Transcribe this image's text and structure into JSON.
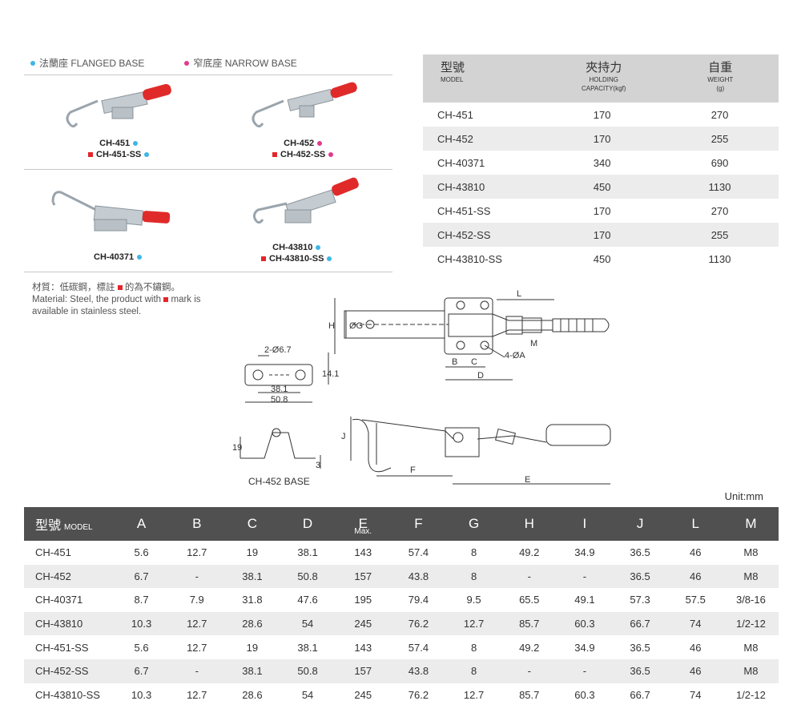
{
  "legend": {
    "flanged": "法蘭座 FLANGED BASE",
    "narrow": "窄底座 NARROW BASE"
  },
  "products": {
    "p1": {
      "line1": "CH-451",
      "line2": "CH-451-SS"
    },
    "p2": {
      "line1": "CH-452",
      "line2": "CH-452-SS"
    },
    "p3": {
      "line1": "CH-40371"
    },
    "p4": {
      "line1": "CH-43810",
      "line2": "CH-43810-SS"
    }
  },
  "capacity_table": {
    "headers": [
      {
        "zh": "型號",
        "en": "MODEL"
      },
      {
        "zh": "夾持力",
        "en": "HOLDING",
        "en2": "CAPACITY(kgf)"
      },
      {
        "zh": "自重",
        "en": "WEIGHT",
        "en2": "(g)"
      }
    ],
    "rows": [
      [
        "CH-451",
        "170",
        "270"
      ],
      [
        "CH-452",
        "170",
        "255"
      ],
      [
        "CH-40371",
        "340",
        "690"
      ],
      [
        "CH-43810",
        "450",
        "1130"
      ],
      [
        "CH-451-SS",
        "170",
        "270"
      ],
      [
        "CH-452-SS",
        "170",
        "255"
      ],
      [
        "CH-43810-SS",
        "450",
        "1130"
      ]
    ]
  },
  "note": {
    "line1_a": "材質：低碳鋼，標註",
    "line1_b": "的為不鏽鋼。",
    "line2_a": "Material: Steel, the product with",
    "line2_b": "mark is",
    "line3": "available in stainless steel."
  },
  "drawing_labels": {
    "L": "L",
    "H": "H",
    "G": "ØG",
    "B": "B",
    "C": "C",
    "D": "D",
    "M": "M",
    "A": "4-ØA",
    "hole": "2-Ø6.7",
    "d141": "14.1",
    "d381": "38.1",
    "d508": "50.8",
    "d19": "19",
    "d3": "3",
    "J": "J",
    "F": "F",
    "E": "E"
  },
  "base_label": "CH-452 BASE",
  "unit": "Unit:mm",
  "dim_table": {
    "model_zh": "型號",
    "model_en": "MODEL",
    "columns": [
      "A",
      "B",
      "C",
      "D",
      "E",
      "F",
      "G",
      "H",
      "I",
      "J",
      "L",
      "M"
    ],
    "e_sub": "Max.",
    "rows": [
      [
        "CH-451",
        "5.6",
        "12.7",
        "19",
        "38.1",
        "143",
        "57.4",
        "8",
        "49.2",
        "34.9",
        "36.5",
        "46",
        "M8"
      ],
      [
        "CH-452",
        "6.7",
        "-",
        "38.1",
        "50.8",
        "157",
        "43.8",
        "8",
        "-",
        "-",
        "36.5",
        "46",
        "M8"
      ],
      [
        "CH-40371",
        "8.7",
        "7.9",
        "31.8",
        "47.6",
        "195",
        "79.4",
        "9.5",
        "65.5",
        "49.1",
        "57.3",
        "57.5",
        "3/8-16"
      ],
      [
        "CH-43810",
        "10.3",
        "12.7",
        "28.6",
        "54",
        "245",
        "76.2",
        "12.7",
        "85.7",
        "60.3",
        "66.7",
        "74",
        "1/2-12"
      ],
      [
        "CH-451-SS",
        "5.6",
        "12.7",
        "19",
        "38.1",
        "143",
        "57.4",
        "8",
        "49.2",
        "34.9",
        "36.5",
        "46",
        "M8"
      ],
      [
        "CH-452-SS",
        "6.7",
        "-",
        "38.1",
        "50.8",
        "157",
        "43.8",
        "8",
        "-",
        "-",
        "36.5",
        "46",
        "M8"
      ],
      [
        "CH-43810-SS",
        "10.3",
        "12.7",
        "28.6",
        "54",
        "245",
        "76.2",
        "12.7",
        "85.7",
        "60.3",
        "66.7",
        "74",
        "1/2-12"
      ]
    ]
  },
  "colors": {
    "blue_dot": "#3fb6e6",
    "pink_dot": "#e23a8c",
    "red_mark": "#e4262b",
    "header_dark": "#505050",
    "header_light": "#d3d3d3"
  }
}
